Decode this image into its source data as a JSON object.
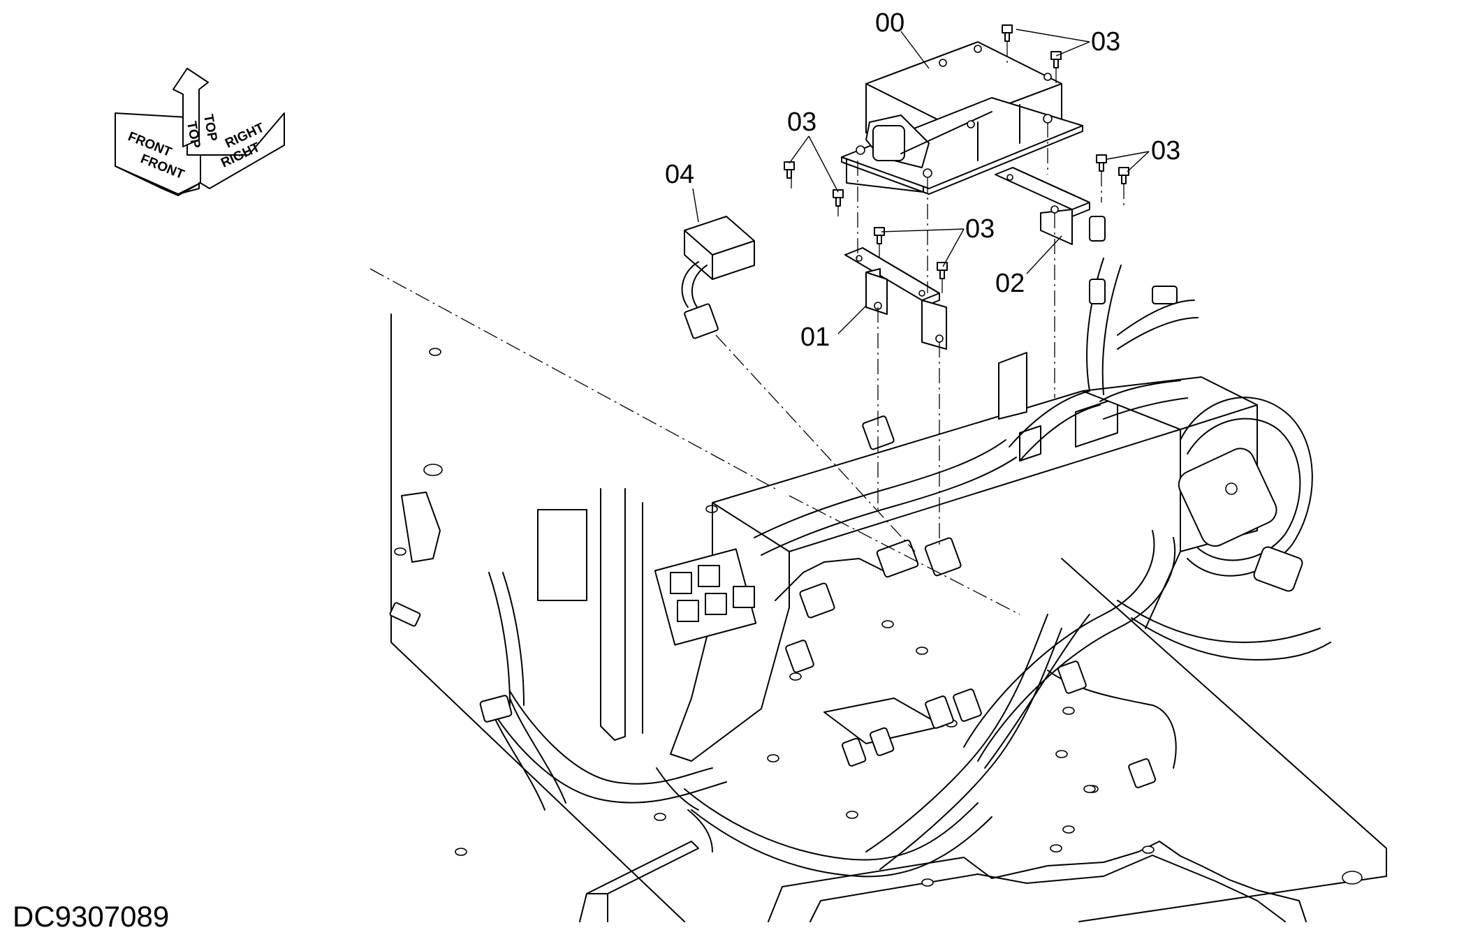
{
  "title": "",
  "drawing_code": "DC9307089",
  "orientation": {
    "front": "FRONT",
    "top": "TOP",
    "right": "RIGHT"
  },
  "callouts": {
    "part_00": "00",
    "part_01": "01",
    "part_02": "02",
    "part_03": "03",
    "part_04": "04"
  },
  "colors": {
    "line": "#000000",
    "background": "#ffffff"
  }
}
